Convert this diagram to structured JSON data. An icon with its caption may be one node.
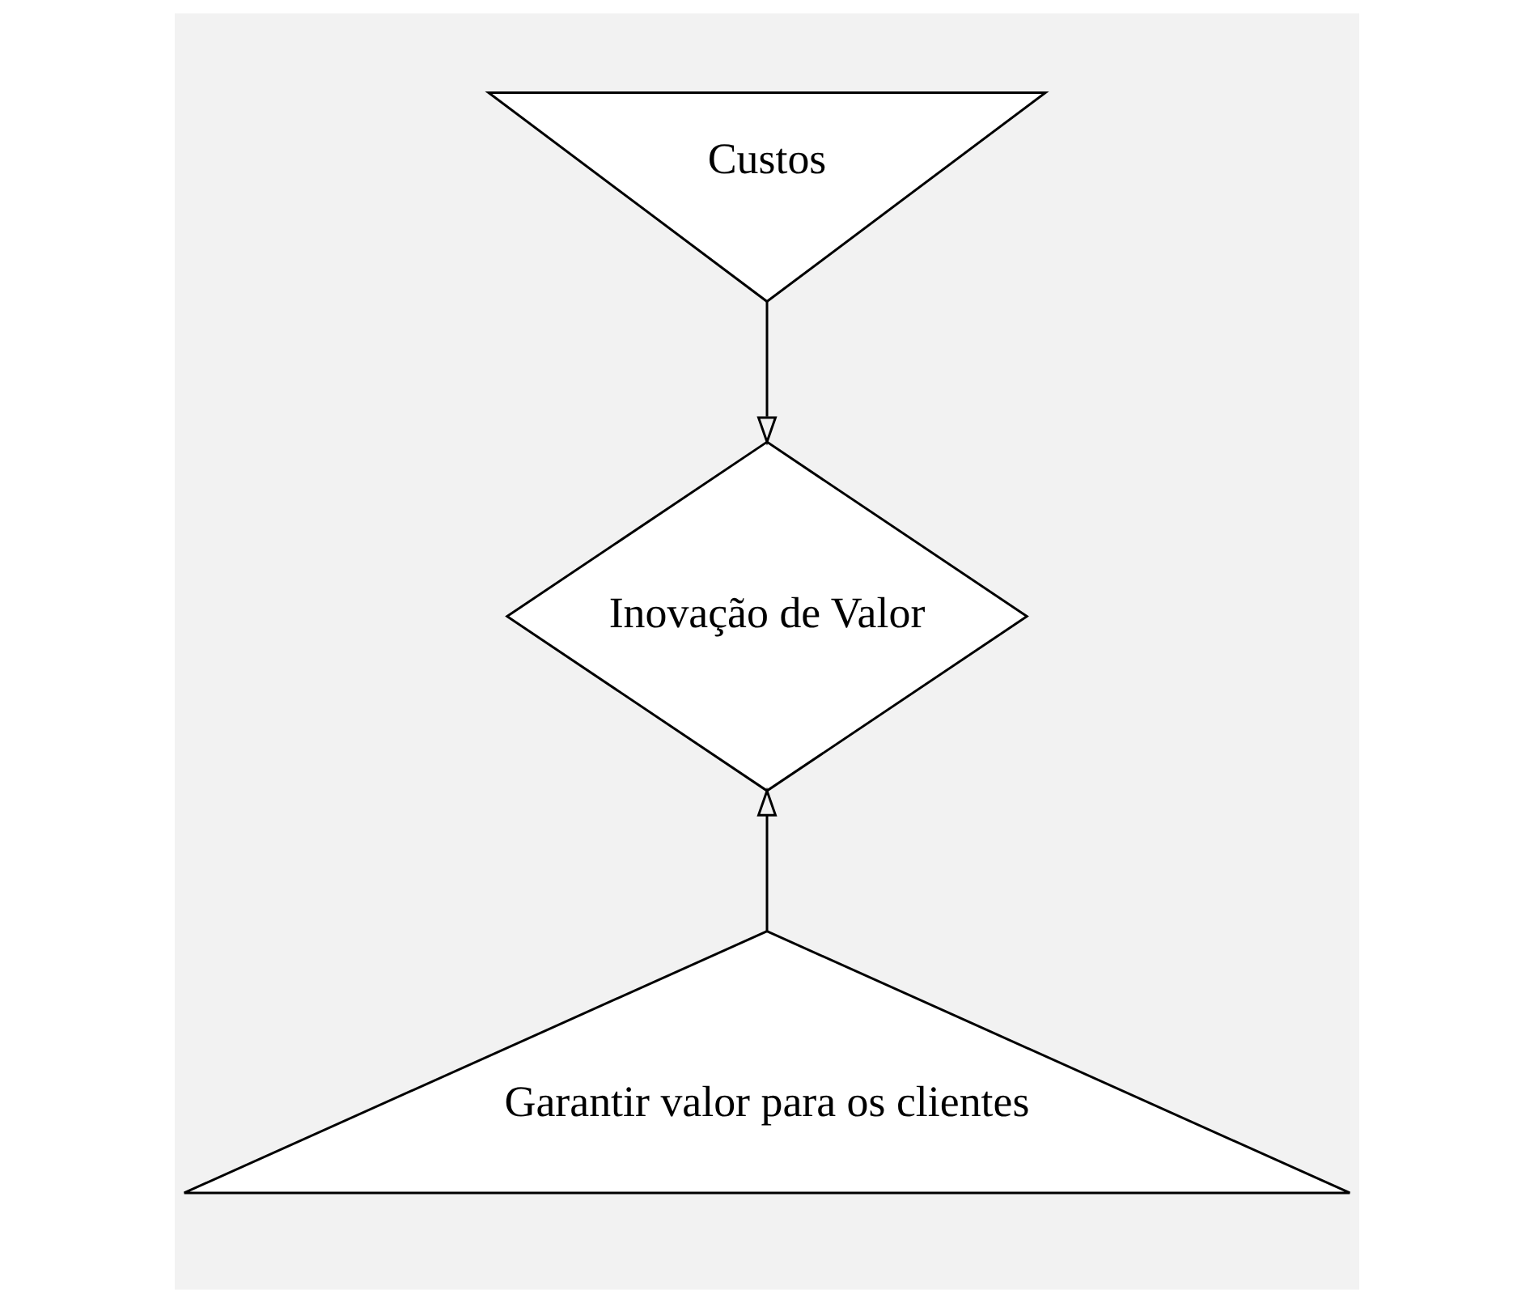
{
  "diagram": {
    "nodes": [
      {
        "text": [
          "Custos"
        ]
      },
      {
        "text": [
          "Inovação de Valor"
        ]
      },
      {
        "text": [
          "Garantir valor para os clientes"
        ]
      }
    ],
    "edges": [
      {
        "from": 0,
        "to": 1,
        "arrow": "to"
      },
      {
        "from": 2,
        "to": 1,
        "arrow": "to"
      }
    ]
  }
}
